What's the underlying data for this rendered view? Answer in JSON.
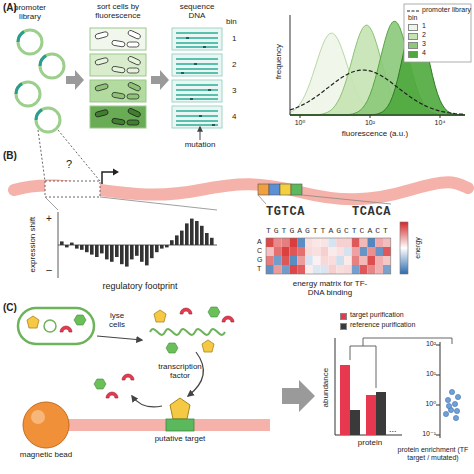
{
  "diagram": {
    "nodes": [
      {
        "text": [
          "transcription factor"
        ]
      },
      {
        "text": [
          "magnetic bead"
        ]
      },
      {
        "text": [
          "putative target"
        ]
      }
    ],
    "labels": [
      "(A)",
      "promoter library",
      "sort cells by fluorescence",
      "sequence DNA",
      "bin",
      "1",
      "2",
      "3",
      "4",
      "mutation",
      "frequency",
      "10⁰",
      "10²",
      "10⁴",
      "fluorescence (a.u.)",
      "bin",
      "(B)",
      "?",
      "expression shift",
      "+",
      "–",
      "regulatory footprint",
      "TGTCA",
      "TCACA",
      "TGTGAGTTAGCTCACT",
      "A",
      "C",
      "G",
      "T",
      "energy",
      "energy matrix for TF-DNA binding",
      "(C)",
      "lyse cells",
      "abundance",
      "protein",
      "...",
      "10²",
      "10¹",
      "10⁰",
      "10⁻¹",
      "protein enrichment (TF target / mutated)"
    ],
    "legend": [
      {
        "text": "promoter library"
      },
      {
        "text": "1",
        "color": "#eef5e8"
      },
      {
        "text": "2",
        "color": "#c5e3b3"
      },
      {
        "text": "3",
        "color": "#8cc97a"
      },
      {
        "text": "4",
        "color": "#4fa83d"
      },
      {
        "text": "target purification",
        "color": "#e8384f"
      },
      {
        "text": "reference purification",
        "color": "#3a3a3a"
      }
    ]
  }
}
